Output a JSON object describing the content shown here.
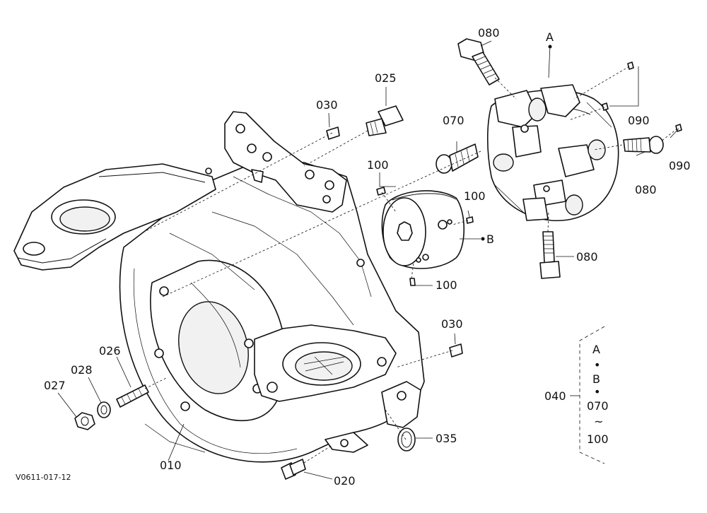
{
  "diagram_code": "V0611-017-12",
  "markers": {
    "a": "A",
    "b": "B"
  },
  "labels": {
    "p010": "010",
    "p020": "020",
    "p025": "025",
    "p026": "026",
    "p027": "027",
    "p028": "028",
    "p030_top": "030",
    "p030_right": "030",
    "p035": "035",
    "p040": "040",
    "p070": "070",
    "p080_top": "080",
    "p080_mid": "080",
    "p080_bottom": "080",
    "p090_a": "090",
    "p090_b": "090",
    "p100_top": "100",
    "p100_mid": "100",
    "p100_bottom": "100"
  },
  "kit": {
    "items": [
      "A",
      "B",
      "070",
      "100"
    ],
    "dot": "•",
    "range": "~"
  }
}
